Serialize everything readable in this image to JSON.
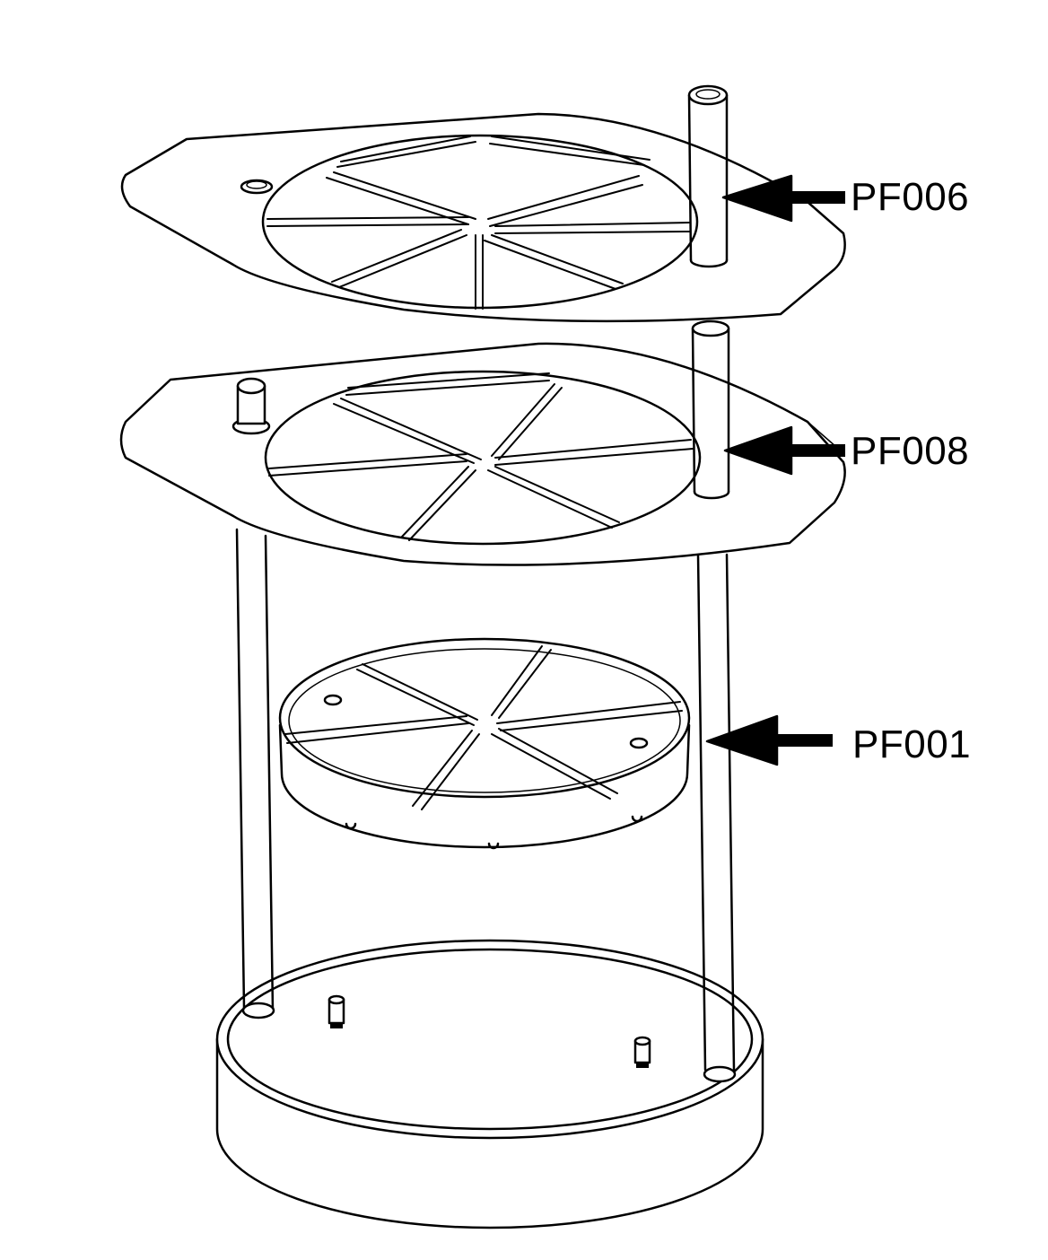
{
  "callouts": [
    {
      "part_number": "PF006"
    },
    {
      "part_number": "PF008"
    },
    {
      "part_number": "PF001"
    }
  ],
  "colors": {
    "line": "#000000",
    "fill": "#ffffff"
  }
}
